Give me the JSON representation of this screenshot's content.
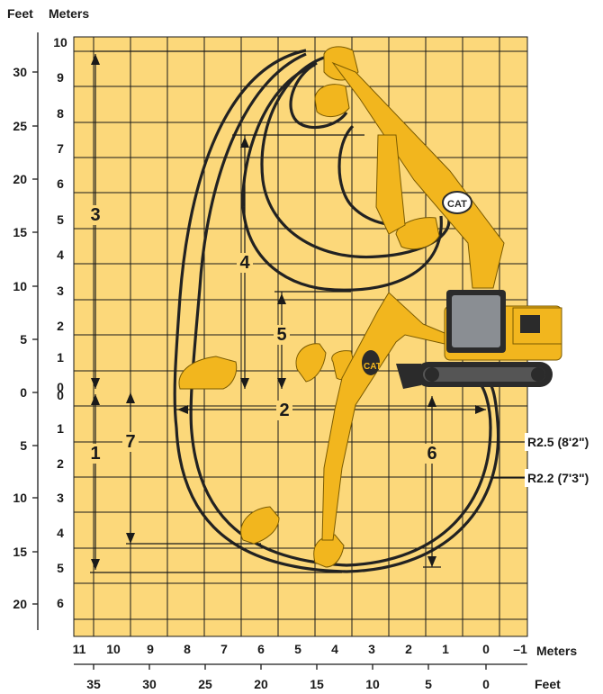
{
  "axis_labels": {
    "left_feet": "Feet",
    "left_meters": "Meters",
    "bottom_meters": "Meters",
    "bottom_feet": "Feet"
  },
  "left_feet_ticks": [
    "30",
    "25",
    "20",
    "15",
    "10",
    "5",
    "0",
    "5",
    "10",
    "15",
    "20"
  ],
  "left_meter_ticks": [
    "10",
    "9",
    "8",
    "7",
    "6",
    "5",
    "4",
    "3",
    "2",
    "1",
    "0",
    "0",
    "1",
    "2",
    "3",
    "4",
    "5",
    "6"
  ],
  "bottom_meter_ticks": [
    "11",
    "10",
    "9",
    "8",
    "7",
    "6",
    "5",
    "4",
    "3",
    "2",
    "1",
    "0",
    "–1"
  ],
  "bottom_feet_ticks": [
    "35",
    "30",
    "25",
    "20",
    "15",
    "10",
    "5",
    "0"
  ],
  "dimension_markers": [
    "1",
    "2",
    "3",
    "4",
    "5",
    "6",
    "7"
  ],
  "radius_labels": [
    "R2.5 (8'2\")",
    "R2.2 (7'3\")"
  ],
  "brand_text": "CAT",
  "colors": {
    "grid_fill": "#FCD87A",
    "machine_yellow": "#F2B61E",
    "machine_dark": "#2b2b2b",
    "cab_glass": "#8a8e93",
    "line": "#1a1a1a"
  },
  "icons": [
    "excavator-icon",
    "bucket-icon"
  ]
}
